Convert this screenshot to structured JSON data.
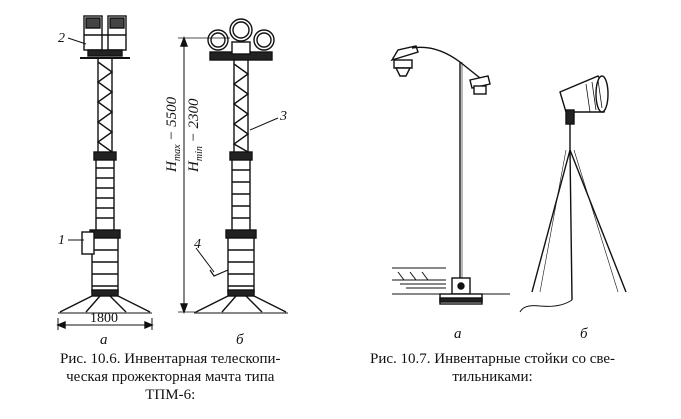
{
  "figures": [
    {
      "id": "10.6",
      "caption": [
        "Рис. 10.6. Инвентарная телескопи-",
        "ческая прожекторная мачта типа",
        "ТПМ-6:"
      ],
      "dimension_label": "1800",
      "height_max_label": "H",
      "height_max_sub": "max",
      "height_max_value": " − 5500",
      "height_min_label": "H",
      "height_min_sub": "min",
      "height_min_value": " − 2300",
      "callouts": [
        "1",
        "2",
        "3",
        "4"
      ],
      "subfigure_labels": [
        "а",
        "б"
      ]
    },
    {
      "id": "10.7",
      "caption": [
        "Рис. 10.7. Инвентарные стойки со све-",
        "тильниками:"
      ],
      "subfigure_labels": [
        "а",
        "б"
      ]
    }
  ],
  "colors": {
    "ink": "#111111",
    "paper": "#ffffff"
  }
}
